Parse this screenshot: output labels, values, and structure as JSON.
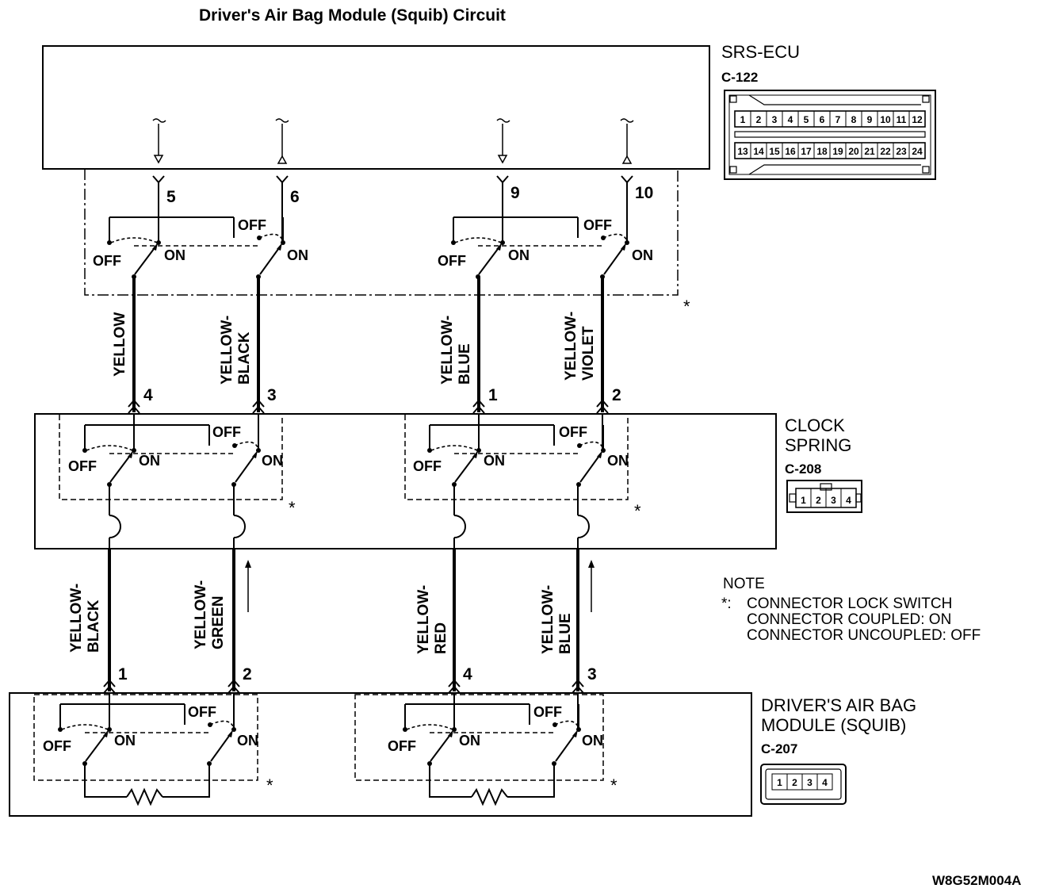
{
  "title": "Driver's Air Bag Module (Squib) Circuit",
  "ecu": {
    "name": "SRS-ECU",
    "connector": "C-122",
    "pins": [
      "5",
      "6",
      "9",
      "10"
    ],
    "cells_top": [
      "1",
      "2",
      "3",
      "4",
      "5",
      "6",
      "7",
      "8",
      "9",
      "10",
      "11",
      "12"
    ],
    "cells_bottom": [
      "13",
      "14",
      "15",
      "16",
      "17",
      "18",
      "19",
      "20",
      "21",
      "22",
      "23",
      "24"
    ]
  },
  "clock_spring": {
    "name_line1": "CLOCK",
    "name_line2": "SPRING",
    "connector": "C-208",
    "pins_top": [
      "4",
      "3",
      "1",
      "2"
    ],
    "pins_bottom": [
      "1",
      "2",
      "4",
      "3"
    ],
    "cells": [
      "1",
      "2",
      "3",
      "4"
    ]
  },
  "module": {
    "name_line1": "DRIVER'S AIR BAG",
    "name_line2": "MODULE (SQUIB)",
    "connector": "C-207",
    "cells": [
      "1",
      "2",
      "3",
      "4"
    ]
  },
  "wires_upper": [
    {
      "l1": "YELLOW",
      "l2": ""
    },
    {
      "l1": "YELLOW-",
      "l2": "BLACK"
    },
    {
      "l1": "YELLOW-",
      "l2": "BLUE"
    },
    {
      "l1": "YELLOW-",
      "l2": "VIOLET"
    }
  ],
  "wires_lower": [
    {
      "l1": "YELLOW-",
      "l2": "BLACK"
    },
    {
      "l1": "YELLOW-",
      "l2": "GREEN"
    },
    {
      "l1": "YELLOW-",
      "l2": "RED"
    },
    {
      "l1": "YELLOW-",
      "l2": "BLUE"
    }
  ],
  "switch": {
    "off": "OFF",
    "on": "ON"
  },
  "asterisk": "*",
  "note": {
    "heading": "NOTE",
    "star": "*:",
    "line1": "CONNECTOR LOCK SWITCH",
    "line2": "CONNECTOR COUPLED: ON",
    "line3": "CONNECTOR UNCOUPLED: OFF"
  },
  "figure_code": "W8G52M004A"
}
